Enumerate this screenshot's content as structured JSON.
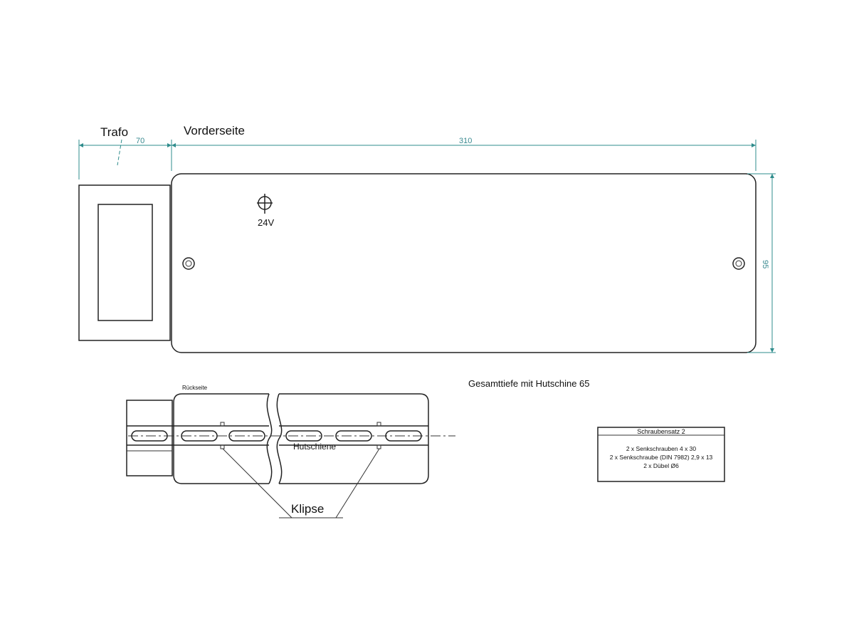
{
  "labels": {
    "trafo": "Trafo",
    "front": "Vorderseite",
    "voltage": "24V",
    "back": "Rückseite",
    "rail": "Hutschiene",
    "clips": "Klipse",
    "total_depth": "Gesamttiefe mit Hutschine 65"
  },
  "dimensions": {
    "trafo_width": "70",
    "housing_width": "310",
    "housing_height": "95"
  },
  "screw_set": {
    "title": "Schraubensatz 2",
    "lines": [
      "2 x  Senkschrauben 4 x 30",
      "2 x Senkschraube (DIN 7982) 2,9 x 13",
      "2 x Dübel Ø6"
    ]
  },
  "colors": {
    "dimension": "#2f8c8c",
    "line": "#222222"
  }
}
